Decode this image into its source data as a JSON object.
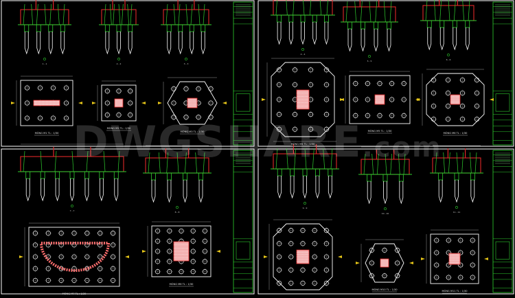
{
  "watermark": {
    "main": "DWGSHARE",
    "suffix": ".com"
  },
  "colors": {
    "background": "#000000",
    "border": "#ffffff",
    "pile": "#ffffff",
    "rebar_green": "#2fd12f",
    "cap_red": "#e02828",
    "plan_hatch": "#ff6e6e",
    "title_block_green": "#2fd12f",
    "marker_yellow": "#e6c619"
  },
  "sheets": [
    {
      "id": "sheet-top-left"
    },
    {
      "id": "sheet-top-right"
    },
    {
      "id": "sheet-bottom-left"
    },
    {
      "id": "sheet-bottom-right"
    }
  ],
  "sheet_titles": {
    "tl": [
      "MÓNG M1  TL : 1/30",
      "MÓNG M2  TL : 1/30",
      "MÓNG M3  TL : 1/30"
    ],
    "tr": [
      "MÓNG M4  TL : 1/30",
      "MÓNG M5  TL : 1/30",
      "MÓNG M6  TL : 1/30"
    ],
    "bl": [
      "MÓNG M7  TL : 1/30",
      "MÓNG M8  TL : 1/30"
    ],
    "br": [
      "MÓNG M9  TL : 1/30",
      "MÓNG M10  TL : 1/30",
      "MÓNG M11  TL : 1/30"
    ]
  },
  "section_labels": {
    "tl": [
      "1 - 1",
      "2 - 2",
      "3 - 3"
    ],
    "tr": [
      "4 - 4",
      "5 - 5",
      "6 - 6"
    ],
    "bl": [
      "7 - 7",
      "8 - 8"
    ],
    "br": [
      "9 - 9",
      "10 - 10",
      "11 - 11"
    ]
  }
}
